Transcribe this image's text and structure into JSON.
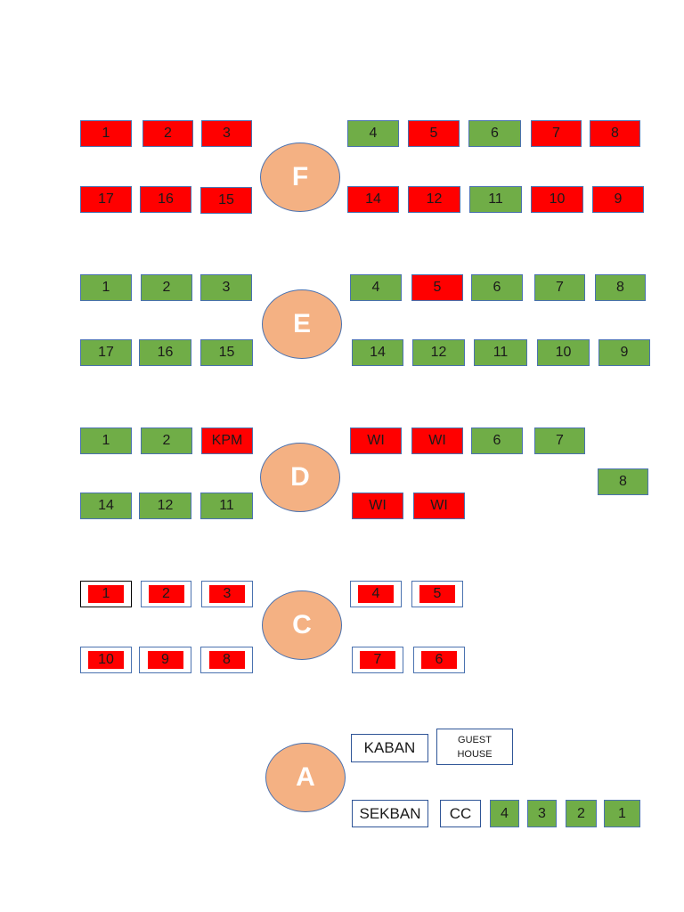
{
  "blocks": {
    "F": {
      "label": "F",
      "top_left": [
        {
          "t": "1",
          "s": "red"
        },
        {
          "t": "2",
          "s": "red"
        },
        {
          "t": "3",
          "s": "red"
        }
      ],
      "top_right": [
        {
          "t": "4",
          "s": "green"
        },
        {
          "t": "5",
          "s": "red"
        },
        {
          "t": "6",
          "s": "green"
        },
        {
          "t": "7",
          "s": "red"
        },
        {
          "t": "8",
          "s": "red"
        }
      ],
      "bottom_left": [
        {
          "t": "17",
          "s": "red"
        },
        {
          "t": "16",
          "s": "red"
        },
        {
          "t": "15",
          "s": "red"
        }
      ],
      "bottom_right": [
        {
          "t": "14",
          "s": "red"
        },
        {
          "t": "12",
          "s": "red"
        },
        {
          "t": "11",
          "s": "green"
        },
        {
          "t": "10",
          "s": "red"
        },
        {
          "t": "9",
          "s": "red"
        }
      ]
    },
    "E": {
      "label": "E",
      "top_left": [
        {
          "t": "1",
          "s": "green"
        },
        {
          "t": "2",
          "s": "green"
        },
        {
          "t": "3",
          "s": "green"
        }
      ],
      "top_right": [
        {
          "t": "4",
          "s": "green"
        },
        {
          "t": "5",
          "s": "red"
        },
        {
          "t": "6",
          "s": "green"
        },
        {
          "t": "7",
          "s": "green"
        },
        {
          "t": "8",
          "s": "green"
        }
      ],
      "bottom_left": [
        {
          "t": "17",
          "s": "green"
        },
        {
          "t": "16",
          "s": "green"
        },
        {
          "t": "15",
          "s": "green"
        }
      ],
      "bottom_right": [
        {
          "t": "14",
          "s": "green"
        },
        {
          "t": "12",
          "s": "green"
        },
        {
          "t": "11",
          "s": "green"
        },
        {
          "t": "10",
          "s": "green"
        },
        {
          "t": "9",
          "s": "green"
        }
      ]
    },
    "D": {
      "label": "D",
      "top_left": [
        {
          "t": "1",
          "s": "green"
        },
        {
          "t": "2",
          "s": "green"
        },
        {
          "t": "KPM",
          "s": "red"
        }
      ],
      "top_right": [
        {
          "t": "WI",
          "s": "red"
        },
        {
          "t": "WI",
          "s": "red"
        },
        {
          "t": "6",
          "s": "green"
        },
        {
          "t": "7",
          "s": "green"
        }
      ],
      "right_single": {
        "t": "8",
        "s": "green"
      },
      "bottom_left": [
        {
          "t": "14",
          "s": "green"
        },
        {
          "t": "12",
          "s": "green"
        },
        {
          "t": "11",
          "s": "green"
        }
      ],
      "bottom_right": [
        {
          "t": "WI",
          "s": "red"
        },
        {
          "t": "WI",
          "s": "red"
        }
      ]
    },
    "C": {
      "label": "C",
      "top_left": [
        {
          "t": "1",
          "s": "inner-red"
        },
        {
          "t": "2",
          "s": "inner-red"
        },
        {
          "t": "3",
          "s": "inner-red"
        }
      ],
      "top_right": [
        {
          "t": "4",
          "s": "inner-red"
        },
        {
          "t": "5",
          "s": "inner-red"
        }
      ],
      "bottom_left": [
        {
          "t": "10",
          "s": "inner-red"
        },
        {
          "t": "9",
          "s": "inner-red"
        },
        {
          "t": "8",
          "s": "inner-red"
        }
      ],
      "bottom_right": [
        {
          "t": "7",
          "s": "inner-red"
        },
        {
          "t": "6",
          "s": "inner-red"
        }
      ]
    },
    "A": {
      "label": "A",
      "kaban": "KABAN",
      "guest_house_line1": "GUEST",
      "guest_house_line2": "HOUSE",
      "sekban": "SEKBAN",
      "cc": "CC",
      "bottom_right": [
        {
          "t": "4",
          "s": "green"
        },
        {
          "t": "3",
          "s": "green"
        },
        {
          "t": "2",
          "s": "green"
        },
        {
          "t": "1",
          "s": "green"
        }
      ]
    }
  },
  "colors": {
    "occupied_red": "#ff0000",
    "available_green": "#70ad47",
    "circle_fill": "#f4b183",
    "border_blue": "#4a72b0"
  }
}
